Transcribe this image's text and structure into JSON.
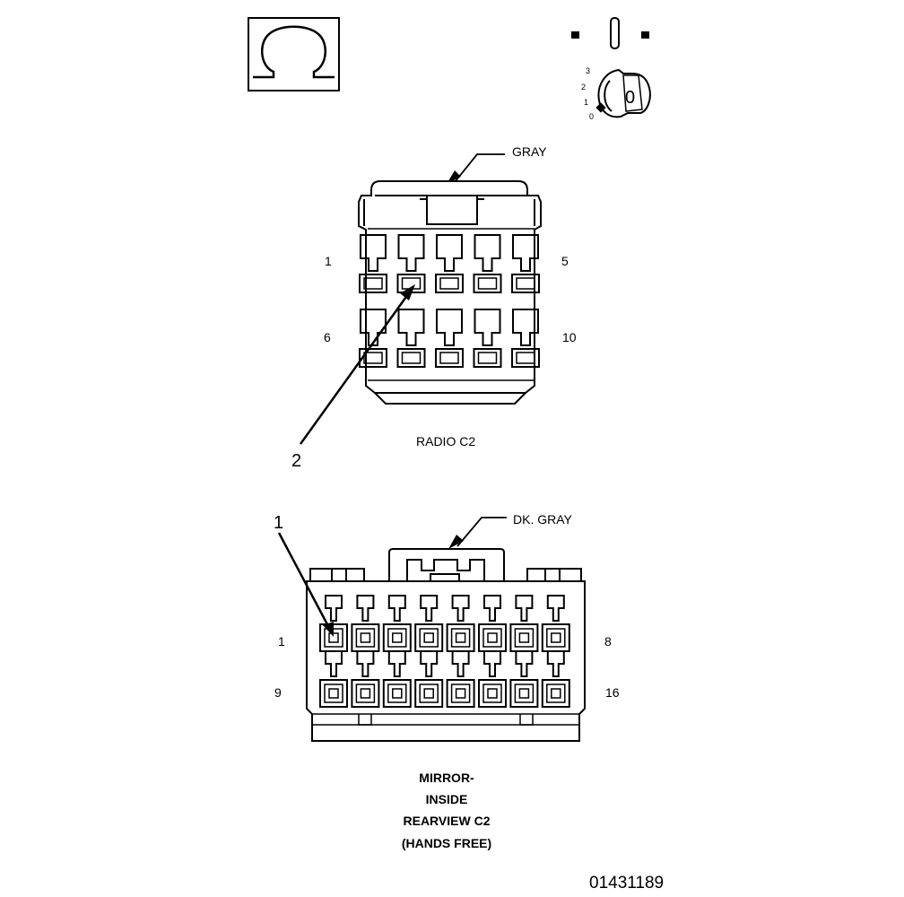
{
  "symbol": {
    "icon": "omega-ohm-icon"
  },
  "ignition_switch": {
    "icon": "ignition-key-icon",
    "positions": [
      "3",
      "2",
      "1",
      "0"
    ],
    "key_label": "0"
  },
  "radio_c2": {
    "color_label": "GRAY",
    "pin_labels": {
      "top_left": "1",
      "top_right": "5",
      "bottom_left": "6",
      "bottom_right": "10"
    },
    "callout": "2",
    "title": "RADIO C2",
    "rows": 2,
    "cols": 5
  },
  "mirror_c2": {
    "color_label": "DK. GRAY",
    "pin_labels": {
      "top_left": "1",
      "top_right": "8",
      "bottom_left": "9",
      "bottom_right": "16"
    },
    "callout": "1",
    "title_lines": [
      "MIRROR-",
      "INSIDE",
      "REARVIEW C2",
      "(HANDS FREE)"
    ],
    "rows": 2,
    "cols": 8
  },
  "doc_id": "01431189"
}
